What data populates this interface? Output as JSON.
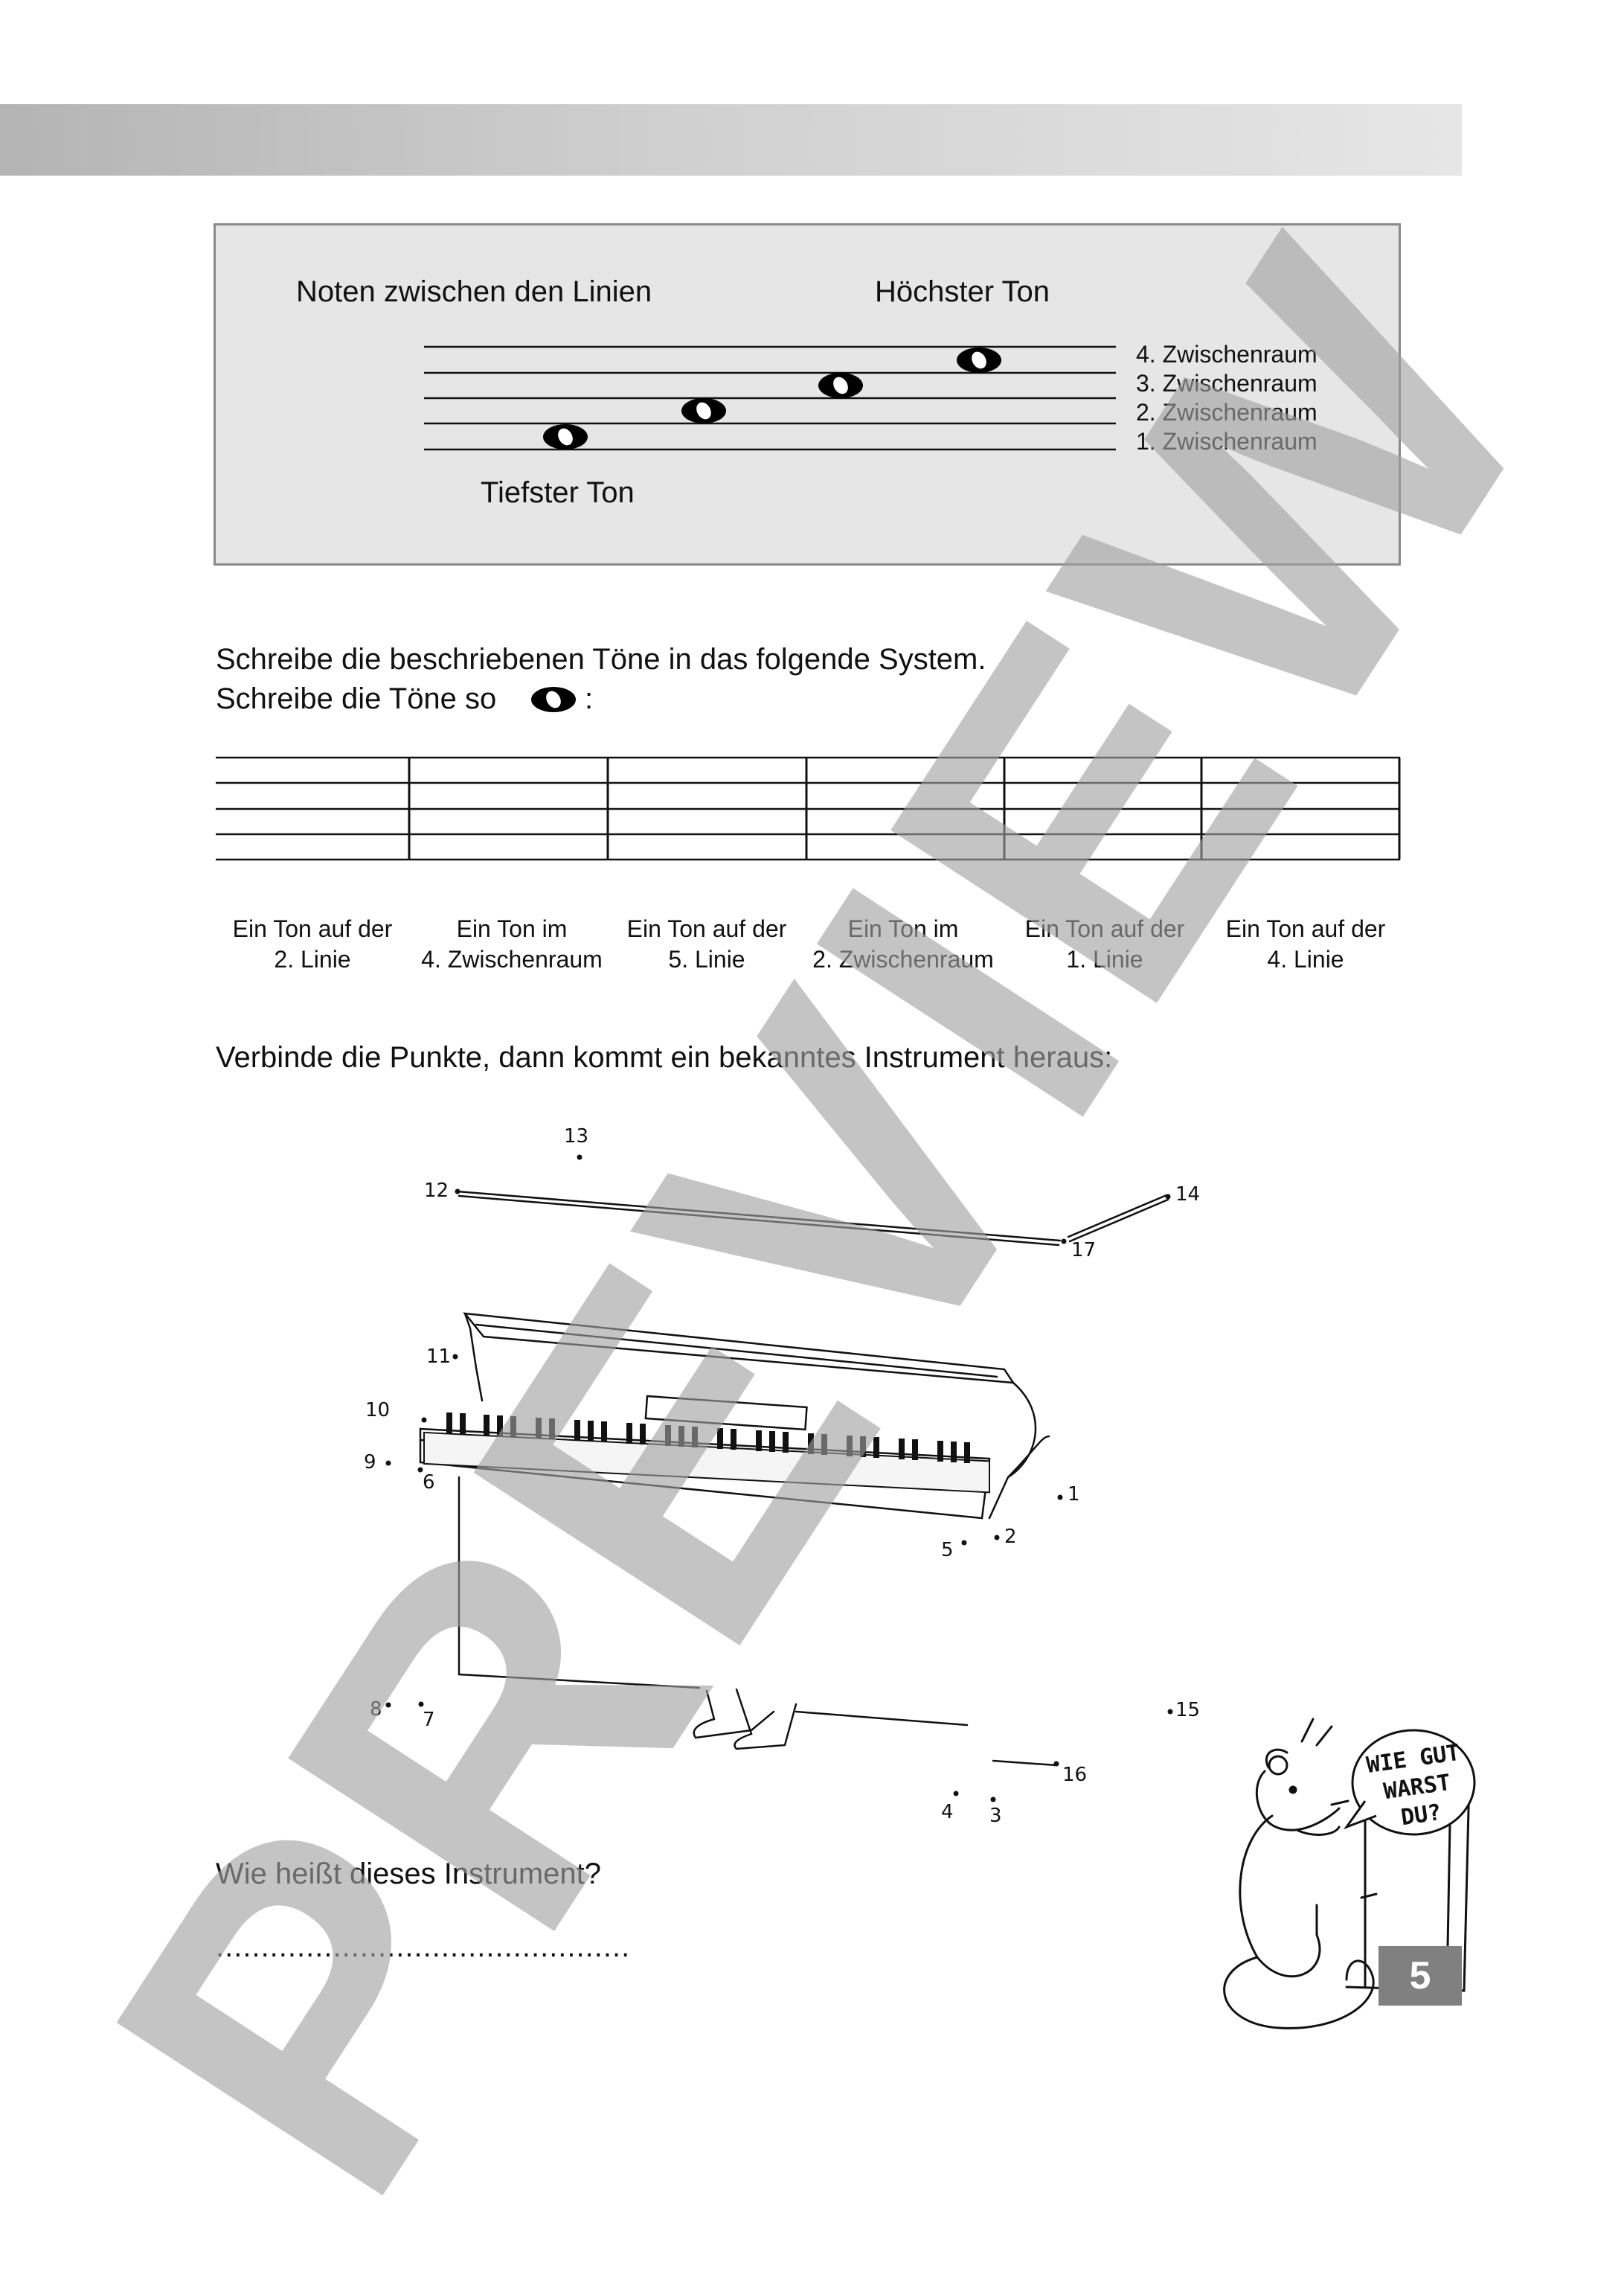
{
  "info_box": {
    "title_left": "Noten zwischen den Linien",
    "title_right": "Höchster Ton",
    "bottom_label": "Tiefster Ton",
    "space_labels": [
      "4. Zwischenraum",
      "3. Zwischenraum",
      "2. Zwischenraum",
      "1. Zwischenraum"
    ]
  },
  "exercise1": {
    "instruction_line1": "Schreibe die beschriebenen Töne in das folgende System.",
    "instruction_line2": "Schreibe die Töne so",
    "instruction_colon": ":",
    "measures": [
      {
        "line1": "Ein Ton auf der",
        "line2": "2. Linie"
      },
      {
        "line1": "Ein Ton im",
        "line2": "4. Zwischenraum"
      },
      {
        "line1": "Ein Ton auf der",
        "line2": "5. Linie"
      },
      {
        "line1": "Ein Ton im",
        "line2": "2. Zwischenraum"
      },
      {
        "line1": "Ein Ton auf der",
        "line2": "1. Linie"
      },
      {
        "line1": "Ein Ton auf der",
        "line2": "4. Linie"
      }
    ]
  },
  "exercise2": {
    "instruction": "Verbinde die Punkte, dann kommt ein bekanntes Instrument heraus:",
    "dot_numbers": [
      "1",
      "2",
      "3",
      "4",
      "5",
      "6",
      "7",
      "8",
      "9",
      "10",
      "11",
      "12",
      "13",
      "14",
      "15",
      "16",
      "17"
    ],
    "question": "Wie heißt dieses Instrument?",
    "answer_line": ".............................................."
  },
  "mascot": {
    "speech_line1": "WIE GUT",
    "speech_line2": "WARST DU?"
  },
  "page_number": "5",
  "watermark": "PREVIEW"
}
